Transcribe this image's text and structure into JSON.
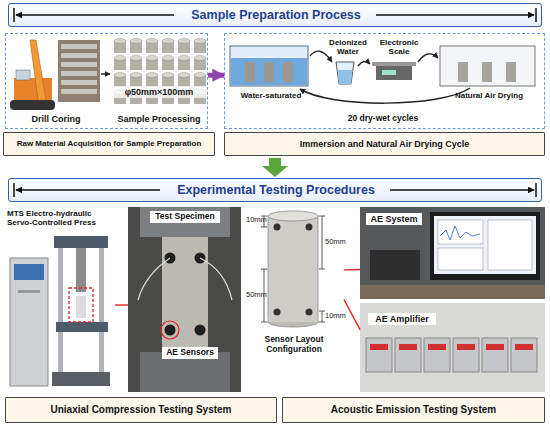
{
  "diagram": {
    "nodes": [
      {
        "text": [
          "Sample Preparation Process"
        ]
      },
      {
        "text": [
          "Drill Coring",
          "φ50mm×100mm",
          "Sample Processing"
        ]
      },
      {
        "text": [
          "Deionized Water",
          "Electronic Scale",
          "Water-saturated",
          "Natural Air Drying",
          "20 dry-wet cycles"
        ]
      },
      {
        "text": [
          "Raw Material Acquisition for Sample Preparation"
        ]
      },
      {
        "text": [
          "Immersion and Natural Air Drying Cycle"
        ]
      },
      {
        "text": [
          "Experimental Testing Procedures"
        ]
      },
      {
        "text": [
          "MTS Electro-hydraulic Servo-Controlled Press"
        ]
      },
      {
        "text": [
          "Test Specimen",
          "AE Sensors"
        ]
      },
      {
        "text": [
          "Sensor Layout Configuration"
        ]
      },
      {
        "text": [
          "AE System"
        ]
      },
      {
        "text": [
          "AE Amplifier"
        ]
      },
      {
        "text": [
          "Uniaxial Compression Testing System"
        ]
      },
      {
        "text": [
          "Acoustic Emission Testing System"
        ]
      }
    ],
    "edges": [
      {
        "from": 1,
        "to": 2,
        "arrow": "to"
      },
      {
        "from": 6,
        "to": 7,
        "arrow": "none"
      },
      {
        "from": 8,
        "to": 9,
        "arrow": "none"
      },
      {
        "from": 8,
        "to": 10,
        "arrow": "none"
      }
    ],
    "labels": [
      "10mm",
      "50mm",
      "50mm",
      "10mm"
    ]
  }
}
